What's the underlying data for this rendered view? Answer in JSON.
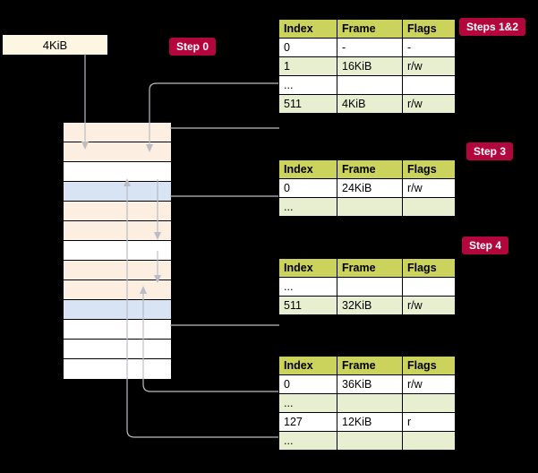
{
  "diagram": {
    "physical_memory_block_label": "4KiB",
    "steps": [
      {
        "id": "step0",
        "label": "Step 0"
      },
      {
        "id": "steps12",
        "label": "Steps 1&2"
      },
      {
        "id": "step3",
        "label": "Step 3"
      },
      {
        "id": "step4",
        "label": "Step 4"
      }
    ],
    "tables": [
      {
        "id": "table-1",
        "headers": [
          "Index",
          "Frame",
          "Flags"
        ],
        "rows": [
          {
            "index": "0",
            "frame": "-",
            "flags": "-",
            "shaded": false
          },
          {
            "index": "1",
            "frame": "16KiB",
            "flags": "r/w",
            "shaded": true
          },
          {
            "index": "...",
            "frame": "",
            "flags": "",
            "shaded": false
          },
          {
            "index": "511",
            "frame": "4KiB",
            "flags": "r/w",
            "shaded": true
          }
        ]
      },
      {
        "id": "table-2",
        "headers": [
          "Index",
          "Frame",
          "Flags"
        ],
        "rows": [
          {
            "index": "0",
            "frame": "24KiB",
            "flags": "r/w",
            "shaded": false
          },
          {
            "index": "...",
            "frame": "",
            "flags": "",
            "shaded": true
          }
        ]
      },
      {
        "id": "table-3",
        "headers": [
          "Index",
          "Frame",
          "Flags"
        ],
        "rows": [
          {
            "index": "...",
            "frame": "",
            "flags": "",
            "shaded": false
          },
          {
            "index": "511",
            "frame": "32KiB",
            "flags": "r/w",
            "shaded": true
          }
        ]
      },
      {
        "id": "table-4",
        "headers": [
          "Index",
          "Frame",
          "Flags"
        ],
        "rows": [
          {
            "index": "0",
            "frame": "36KiB",
            "flags": "r/w",
            "shaded": false
          },
          {
            "index": "...",
            "frame": "",
            "flags": "",
            "shaded": true
          },
          {
            "index": "127",
            "frame": "12KiB",
            "flags": "r",
            "shaded": false
          },
          {
            "index": "...",
            "frame": "",
            "flags": "",
            "shaded": true
          }
        ]
      }
    ],
    "memory_cells": [
      {
        "fill": "#fdeee2"
      },
      {
        "fill": "#fdeee2"
      },
      {
        "fill": "#ffffff"
      },
      {
        "fill": "#d8e4f4"
      },
      {
        "fill": "#fdeee2"
      },
      {
        "fill": "#fdeee2"
      },
      {
        "fill": "#ffffff"
      },
      {
        "fill": "#fdeee2"
      },
      {
        "fill": "#fdeee2"
      },
      {
        "fill": "#d8e4f4"
      },
      {
        "fill": "#ffffff"
      },
      {
        "fill": "#ffffff"
      },
      {
        "fill": "#ffffff"
      }
    ],
    "colors": {
      "step_badge": "#b3063c",
      "table_header": "#ccd35c",
      "table_alt_row": "#e7efd0",
      "memory_orange": "#fdeee2",
      "memory_blue": "#d8e4f4",
      "block_cream": "#fdf6e3",
      "background": "#000000",
      "arrow": "#b9bdc4"
    }
  }
}
